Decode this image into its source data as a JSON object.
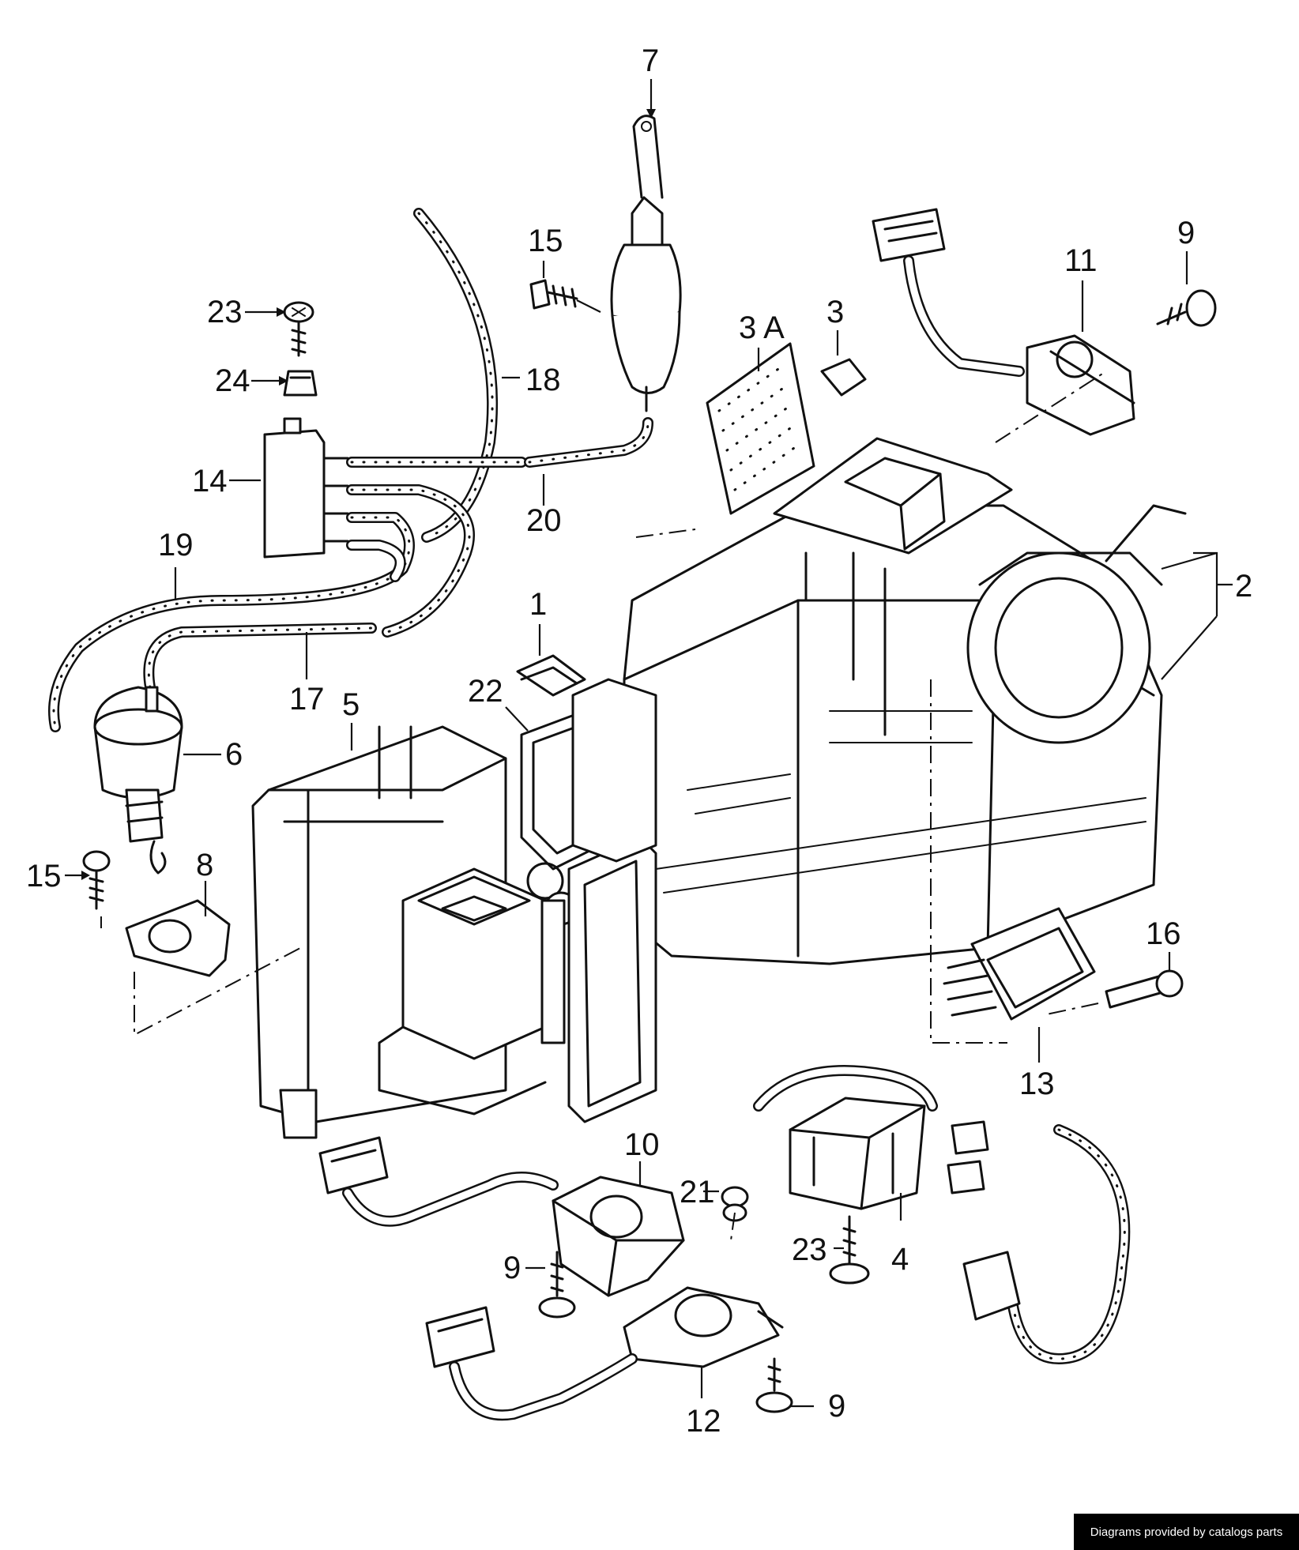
{
  "callouts": {
    "c1": "1",
    "c2": "2",
    "c3": "3",
    "c3a": "3 A",
    "c4": "4",
    "c5": "5",
    "c6": "6",
    "c7": "7",
    "c8": "8",
    "c9a": "9",
    "c9b": "9",
    "c9c": "9",
    "c10": "10",
    "c11": "11",
    "c12": "12",
    "c13": "13",
    "c14": "14",
    "c15a": "15",
    "c15b": "15",
    "c16": "16",
    "c17": "17",
    "c18": "18",
    "c19": "19",
    "c20": "20",
    "c21": "21",
    "c22": "22",
    "c23a": "23",
    "c23b": "23",
    "c24": "24"
  },
  "credit": "Diagrams provided by catalogs parts"
}
